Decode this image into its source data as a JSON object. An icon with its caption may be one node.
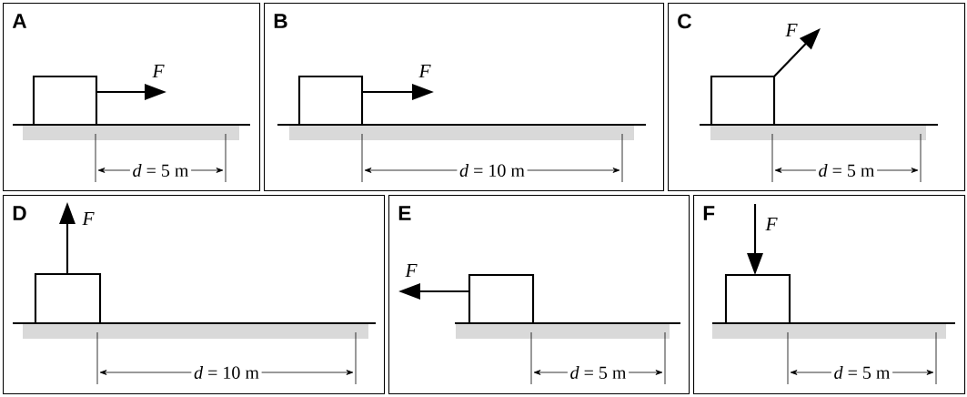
{
  "diagram": {
    "nodes": [
      {
        "text": [
          "A"
        ]
      },
      {
        "text": [
          "B"
        ]
      },
      {
        "text": [
          "C"
        ]
      },
      {
        "text": [
          "D"
        ]
      },
      {
        "text": [
          "E"
        ]
      },
      {
        "text": [
          "F"
        ]
      }
    ],
    "labels": [
      "F",
      "*d* = 5 m",
      "F",
      "*d* = 10 m",
      "F",
      "*d* = 5 m",
      "F",
      "*d* = 10 m",
      "F",
      "*d* = 5 m",
      "F",
      "*d* = 5 m"
    ]
  }
}
